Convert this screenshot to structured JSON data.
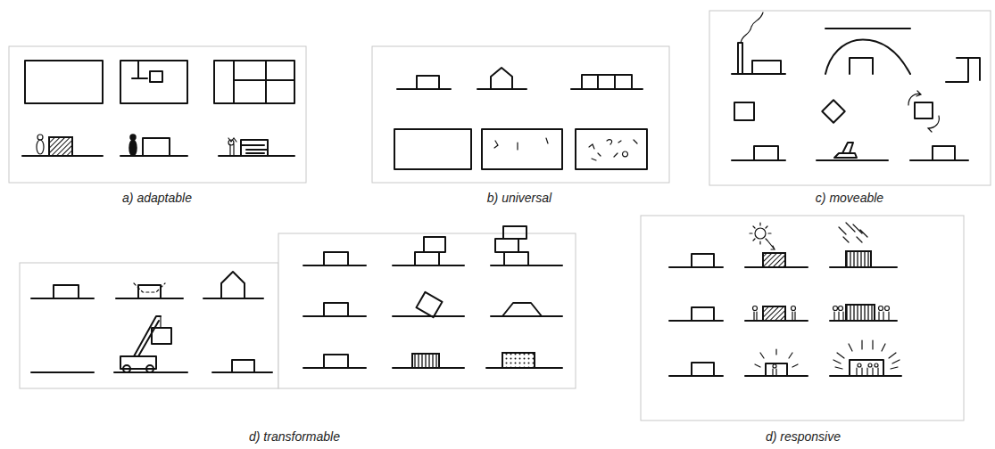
{
  "diagram": {
    "labels": [
      "a) adaptable",
      "b) universal",
      "c) moveable",
      "d) transformable",
      "d) responsive"
    ]
  }
}
